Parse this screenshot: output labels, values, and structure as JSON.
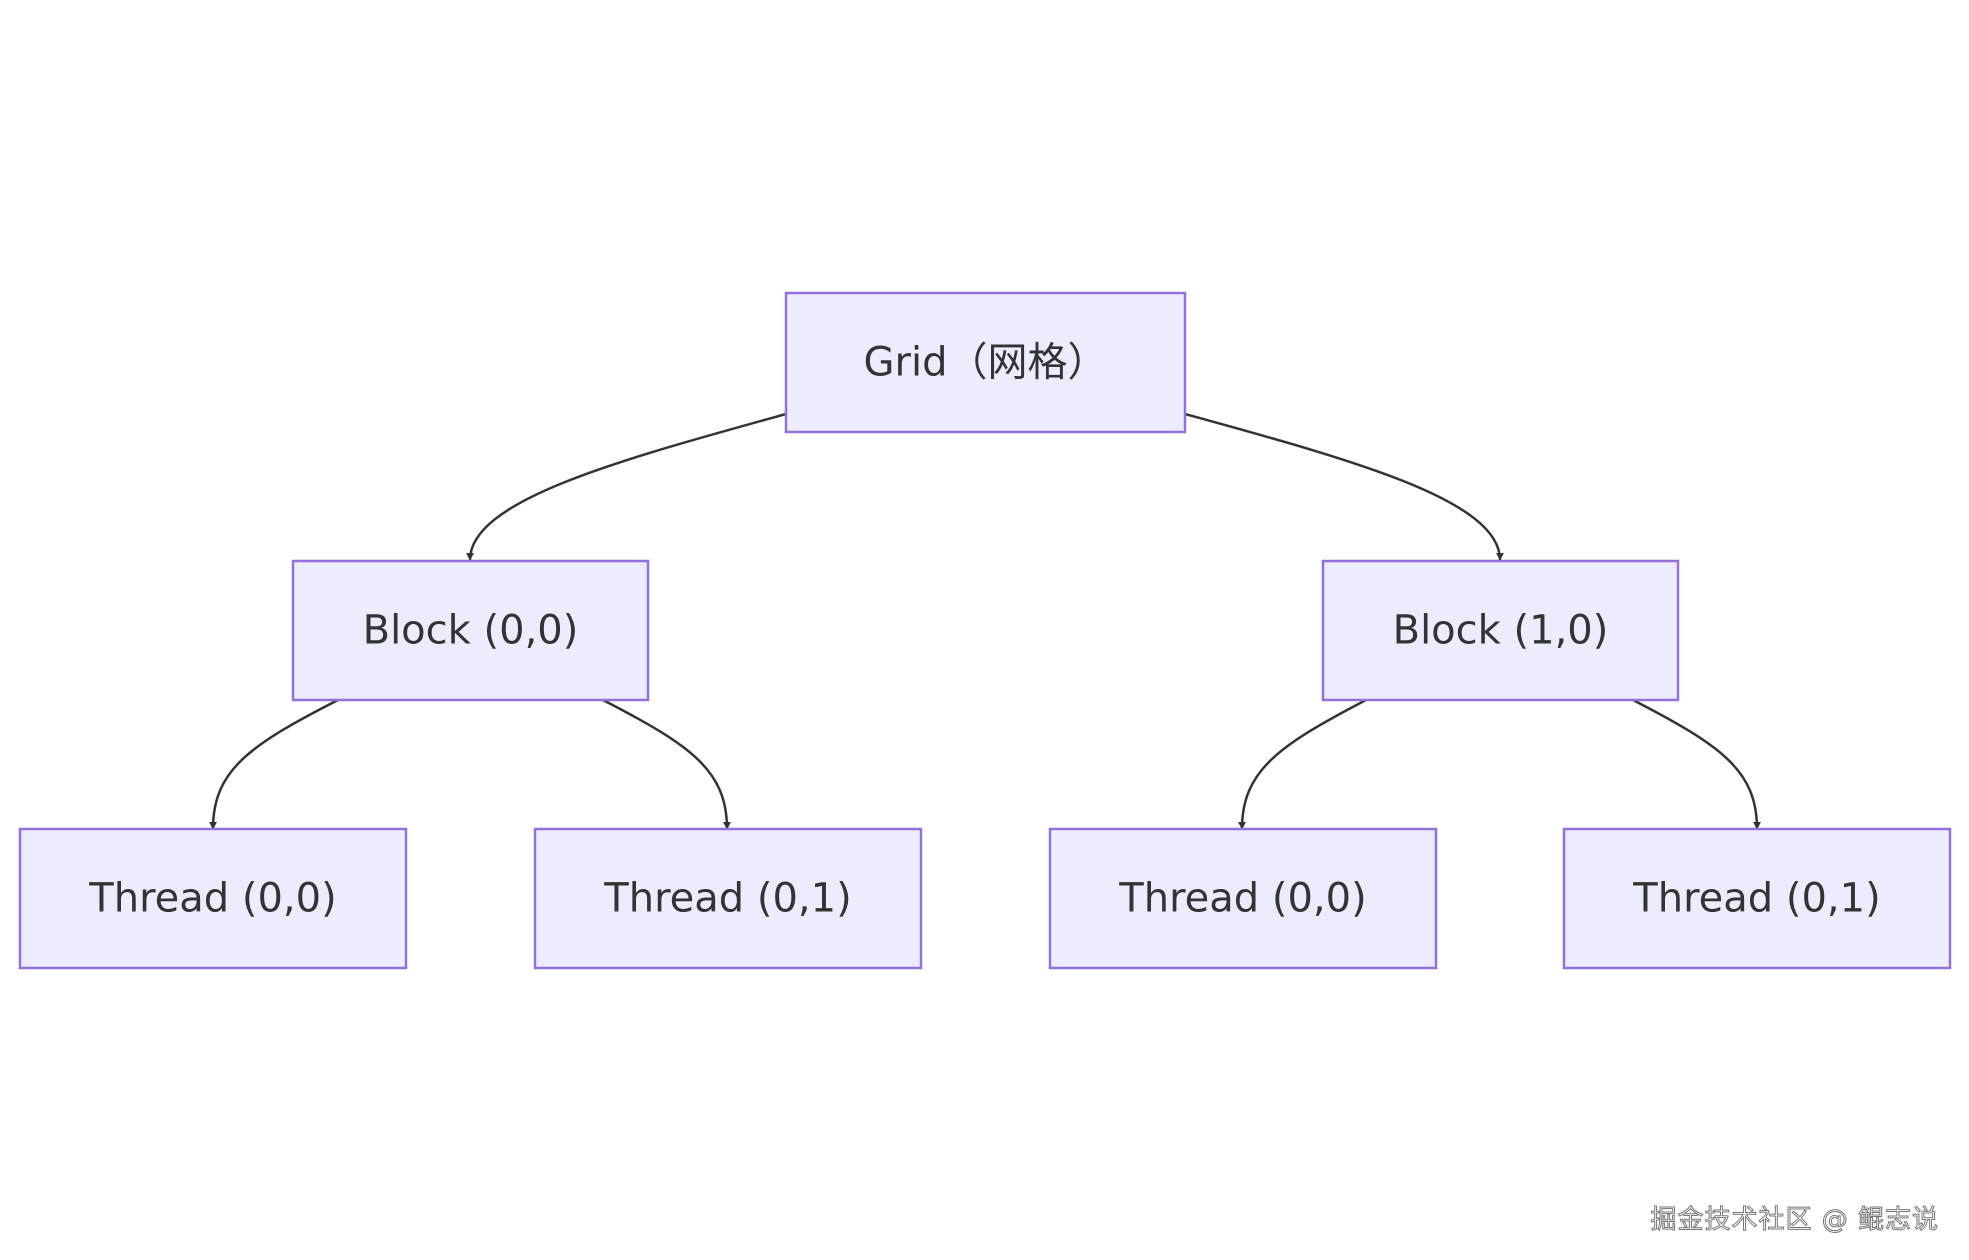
{
  "diagram": {
    "nodes": [
      {
        "id": "grid",
        "label": "Grid（网格）"
      },
      {
        "id": "block00",
        "label": "Block (0,0)"
      },
      {
        "id": "block10",
        "label": "Block (1,0)"
      },
      {
        "id": "thread00a",
        "label": "Thread (0,0)"
      },
      {
        "id": "thread01a",
        "label": "Thread (0,1)"
      },
      {
        "id": "thread00b",
        "label": "Thread (0,0)"
      },
      {
        "id": "thread01b",
        "label": "Thread (0,1)"
      }
    ],
    "edges": [
      {
        "from": "grid",
        "to": "block00"
      },
      {
        "from": "grid",
        "to": "block10"
      },
      {
        "from": "block00",
        "to": "thread00a"
      },
      {
        "from": "block00",
        "to": "thread01a"
      },
      {
        "from": "block10",
        "to": "thread00b"
      },
      {
        "from": "block10",
        "to": "thread01b"
      }
    ],
    "colors": {
      "node_fill": "#ececff",
      "node_stroke": "#9370db",
      "edge": "#333333",
      "text": "#333333"
    }
  },
  "watermark": "掘金技术社区 @ 鲲志说"
}
